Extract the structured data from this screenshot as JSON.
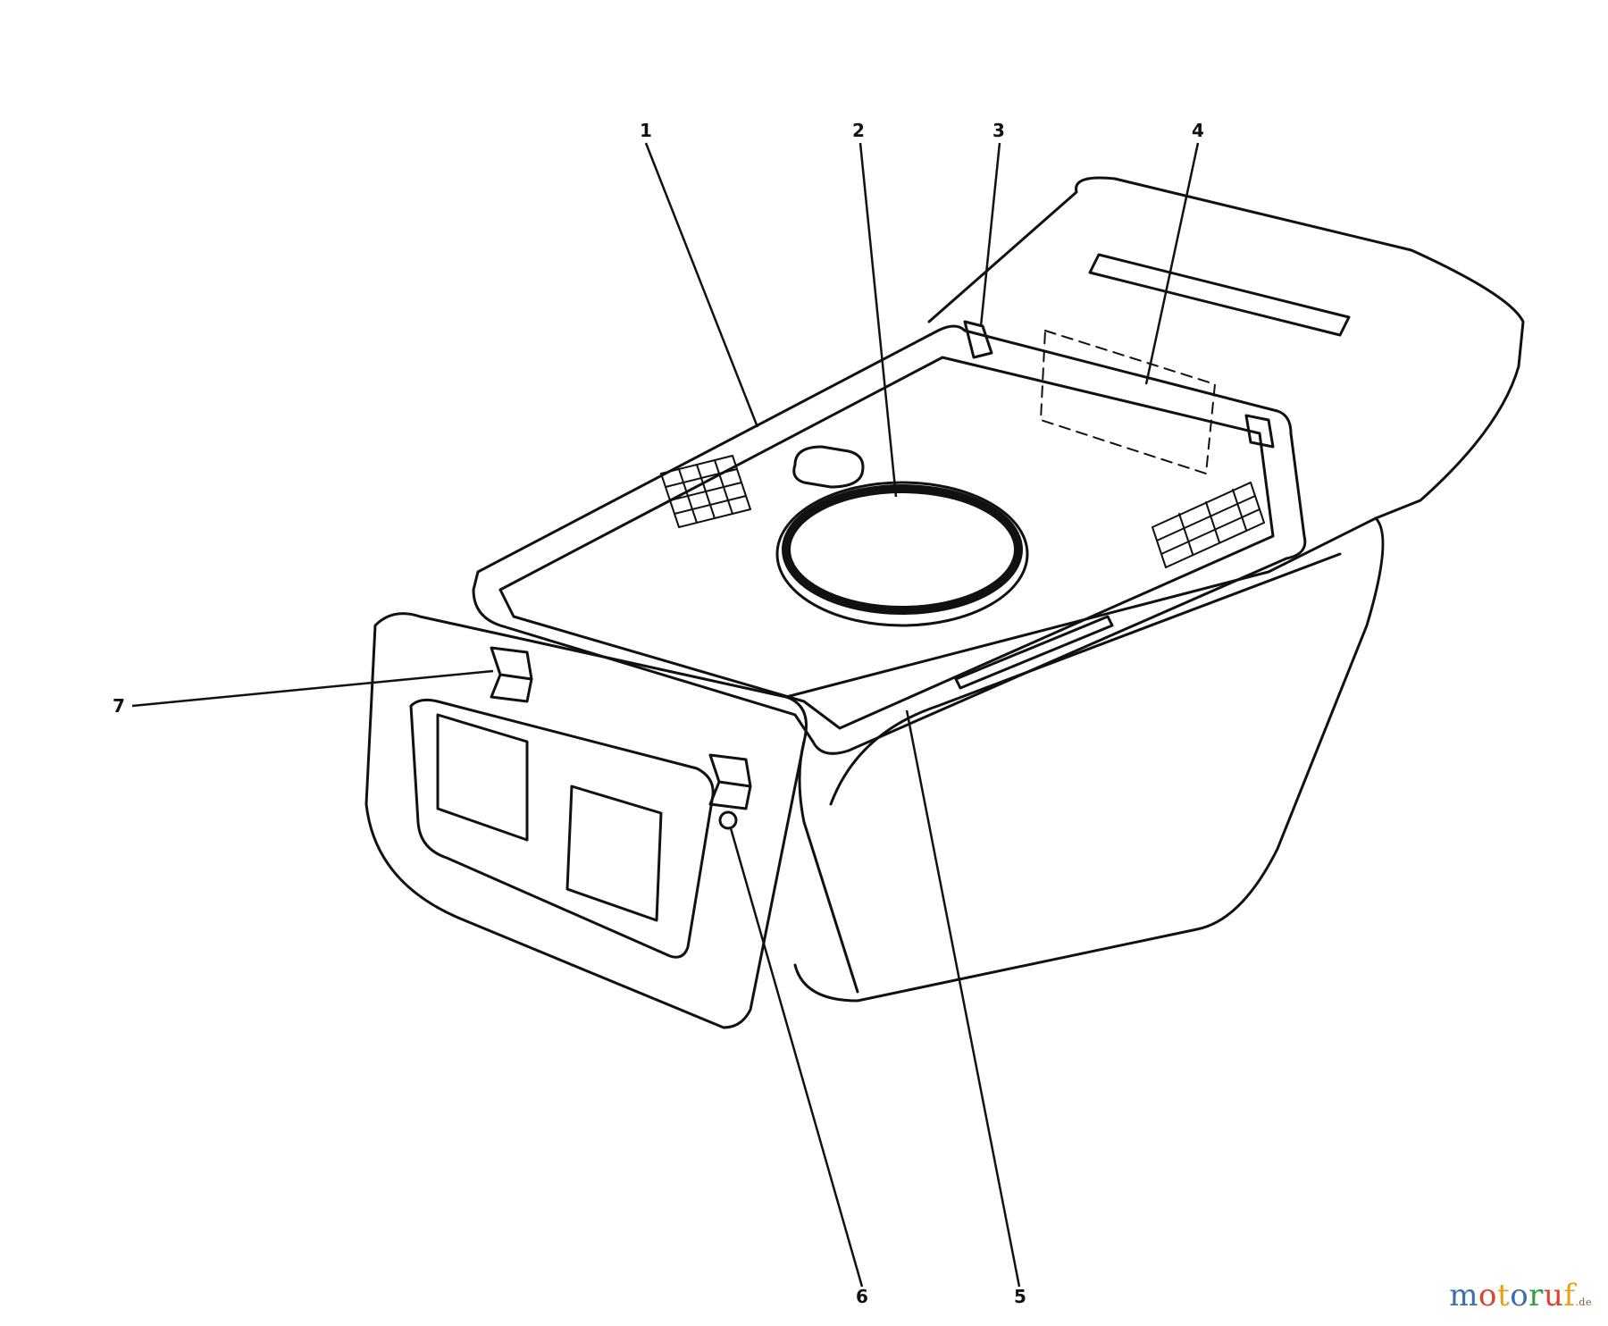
{
  "callouts": [
    {
      "id": "1",
      "label": "1"
    },
    {
      "id": "2",
      "label": "2"
    },
    {
      "id": "3",
      "label": "3"
    },
    {
      "id": "4",
      "label": "4"
    },
    {
      "id": "5",
      "label": "5"
    },
    {
      "id": "6",
      "label": "6"
    },
    {
      "id": "7",
      "label": "7"
    }
  ],
  "watermark": {
    "letters": [
      "m",
      "o",
      "t",
      "o",
      "r",
      "u",
      "f"
    ],
    "letter_colors": [
      "#3b6db3",
      "#d8452b",
      "#e3a21a",
      "#3b6db3",
      "#2f9e44",
      "#d8452b",
      "#e3a21a"
    ],
    "suffix": ".de"
  },
  "line_color": "#111111"
}
